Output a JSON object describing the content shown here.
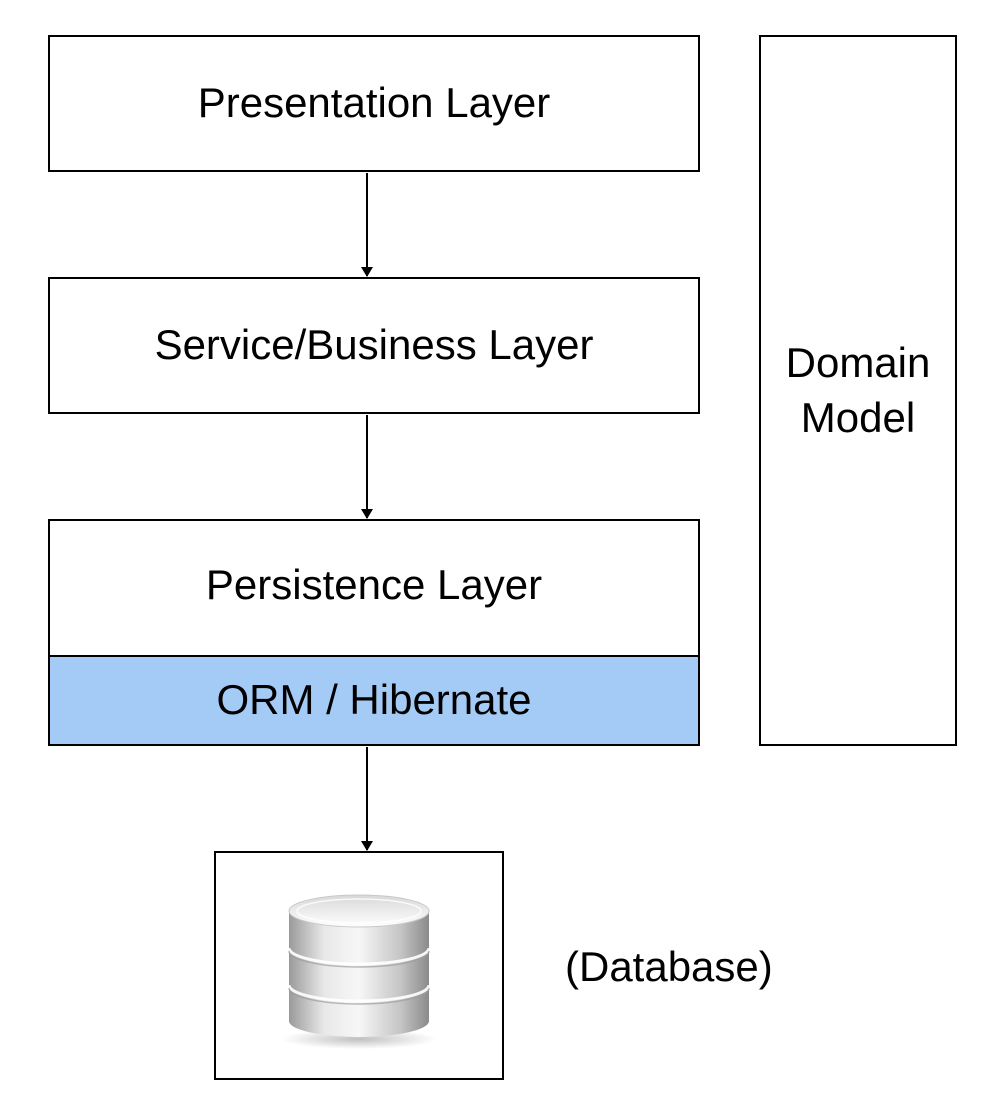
{
  "layers": {
    "presentation": "Presentation Layer",
    "service": "Service/Business Layer",
    "persistence": "Persistence Layer",
    "orm": "ORM / Hibernate"
  },
  "domain_model": {
    "line1": "Domain",
    "line2": "Model"
  },
  "database": {
    "caption": "(Database)",
    "icon": "database-icon"
  },
  "colors": {
    "orm_fill": "#a4cbf6"
  }
}
